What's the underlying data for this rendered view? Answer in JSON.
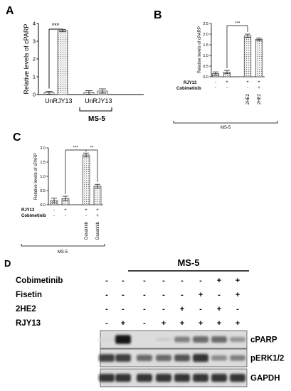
{
  "panels": {
    "A": "A",
    "B": "B",
    "C": "C",
    "D": "D"
  },
  "chart_data": [
    {
      "panel": "A",
      "type": "bar",
      "ylabel": "Relative levels of cPARP",
      "ylim": [
        0,
        4
      ],
      "yticks": [
        "0",
        "1",
        "2",
        "3",
        "4"
      ],
      "categories": [
        "Un",
        "RJY13",
        "Un",
        "RJY13"
      ],
      "values": [
        0.1,
        3.6,
        0.12,
        0.2
      ],
      "errors": [
        0.08,
        0.07,
        0.1,
        0.12
      ],
      "group_label": "MS-5",
      "significance": "***"
    },
    {
      "panel": "B",
      "type": "bar",
      "ylabel": "Relative levels of cPARP",
      "ylim": [
        0,
        2.5
      ],
      "yticks": [
        "0.0",
        "0.5",
        "1.0",
        "1.5",
        "2.0",
        "2.5"
      ],
      "row_labels": [
        "RJY13",
        "Cobimetinib"
      ],
      "rows": [
        [
          "-",
          "+",
          "+",
          "+"
        ],
        [
          "-",
          "-",
          "-",
          "+"
        ]
      ],
      "bar_labels": [
        "",
        "",
        "2HE2",
        "2HE2"
      ],
      "values": [
        0.15,
        0.22,
        1.92,
        1.75
      ],
      "errors": [
        0.08,
        0.08,
        0.08,
        0.07
      ],
      "group_label": "MS-5",
      "significance": "***"
    },
    {
      "panel": "C",
      "type": "bar",
      "ylabel": "Relative levels of cPARP",
      "ylim": [
        0,
        2.0
      ],
      "yticks": [
        "0.0",
        "0.5",
        "1.0",
        "1.5",
        "2.0"
      ],
      "row_labels": [
        "RJY13",
        "Cobimetinib"
      ],
      "rows": [
        [
          "-",
          "+",
          "+",
          "+"
        ],
        [
          "-",
          "-",
          "-",
          "+"
        ]
      ],
      "bar_labels": [
        "",
        "",
        "Dasatinib",
        "Dasatinib"
      ],
      "values": [
        0.15,
        0.22,
        1.75,
        0.65
      ],
      "errors": [
        0.08,
        0.08,
        0.07,
        0.07
      ],
      "group_label": "MS-5",
      "significance": [
        "***",
        "**"
      ]
    }
  ],
  "blot": {
    "group_label": "MS-5",
    "treatments": [
      {
        "name": "Cobimetinib",
        "signs": [
          "-",
          "-",
          "-",
          "-",
          "-",
          "-",
          "+",
          "+"
        ]
      },
      {
        "name": "Fisetin",
        "signs": [
          "-",
          "-",
          "-",
          "-",
          "-",
          "+",
          "-",
          "+"
        ]
      },
      {
        "name": "2HE2",
        "signs": [
          "-",
          "-",
          "-",
          "-",
          "+",
          "-",
          "+",
          "-"
        ]
      },
      {
        "name": "RJY13",
        "signs": [
          "-",
          "+",
          "-",
          "+",
          "+",
          "+",
          "+",
          "+"
        ]
      }
    ],
    "bands": [
      {
        "name": "cPARP",
        "intensity": [
          0.05,
          0.95,
          0.03,
          0.1,
          0.45,
          0.55,
          0.55,
          0.35
        ]
      },
      {
        "name": "pERK1/2",
        "intensity": [
          0.75,
          0.75,
          0.55,
          0.55,
          0.65,
          0.8,
          0.4,
          0.45
        ]
      },
      {
        "name": "GAPDH",
        "intensity": [
          0.8,
          0.8,
          0.8,
          0.8,
          0.8,
          0.8,
          0.8,
          0.8
        ]
      }
    ]
  }
}
